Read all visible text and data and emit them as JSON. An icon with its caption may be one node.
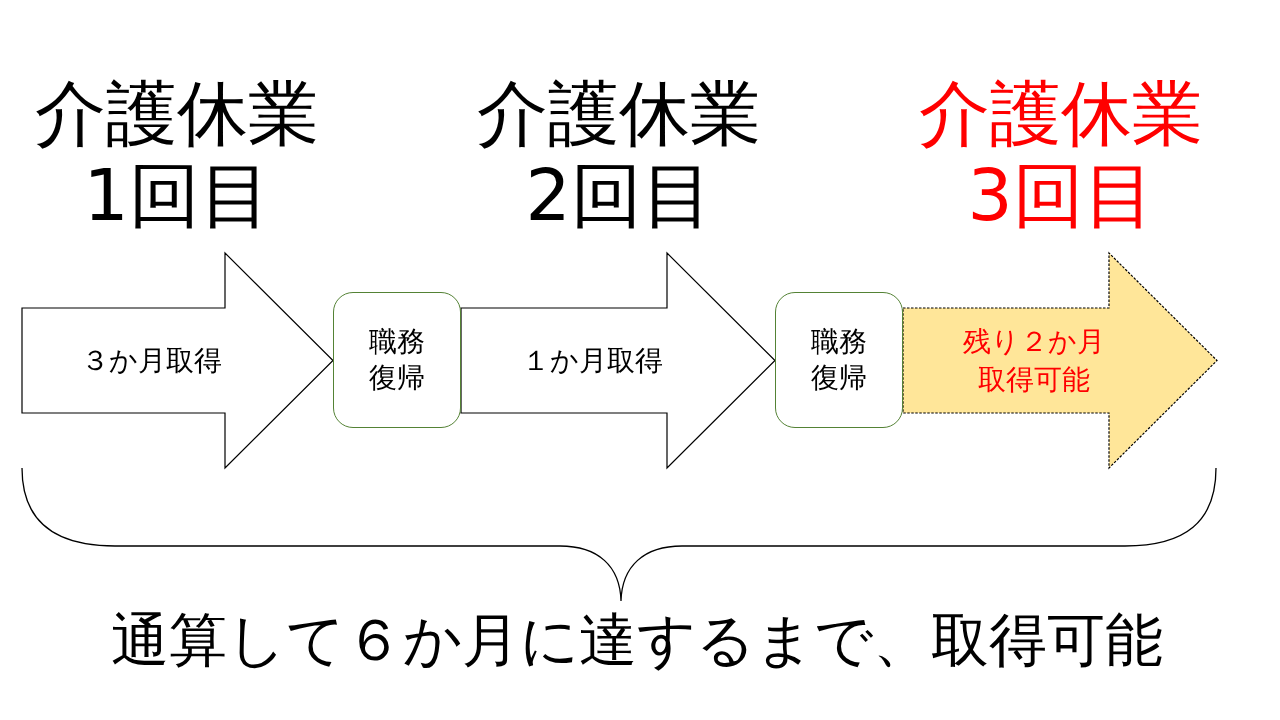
{
  "diagram": {
    "nodes": [
      {
        "text": [
          "職務復帰"
        ]
      },
      {
        "text": [
          "職務復帰"
        ]
      }
    ],
    "edges": [
      {
        "from": null,
        "to": 0,
        "arrow": "to",
        "label": "３か月取得"
      },
      {
        "from": 0,
        "to": 1,
        "arrow": "to",
        "label": "１か月取得"
      },
      {
        "from": 1,
        "to": null,
        "arrow": "to",
        "label": "残り２か月取得可能",
        "style": "dashed"
      }
    ],
    "labels": [
      "介護休業1回目",
      "介護休業2回目",
      "介護休業3回目",
      "通算して６か月に達するまで、取得可能"
    ]
  }
}
